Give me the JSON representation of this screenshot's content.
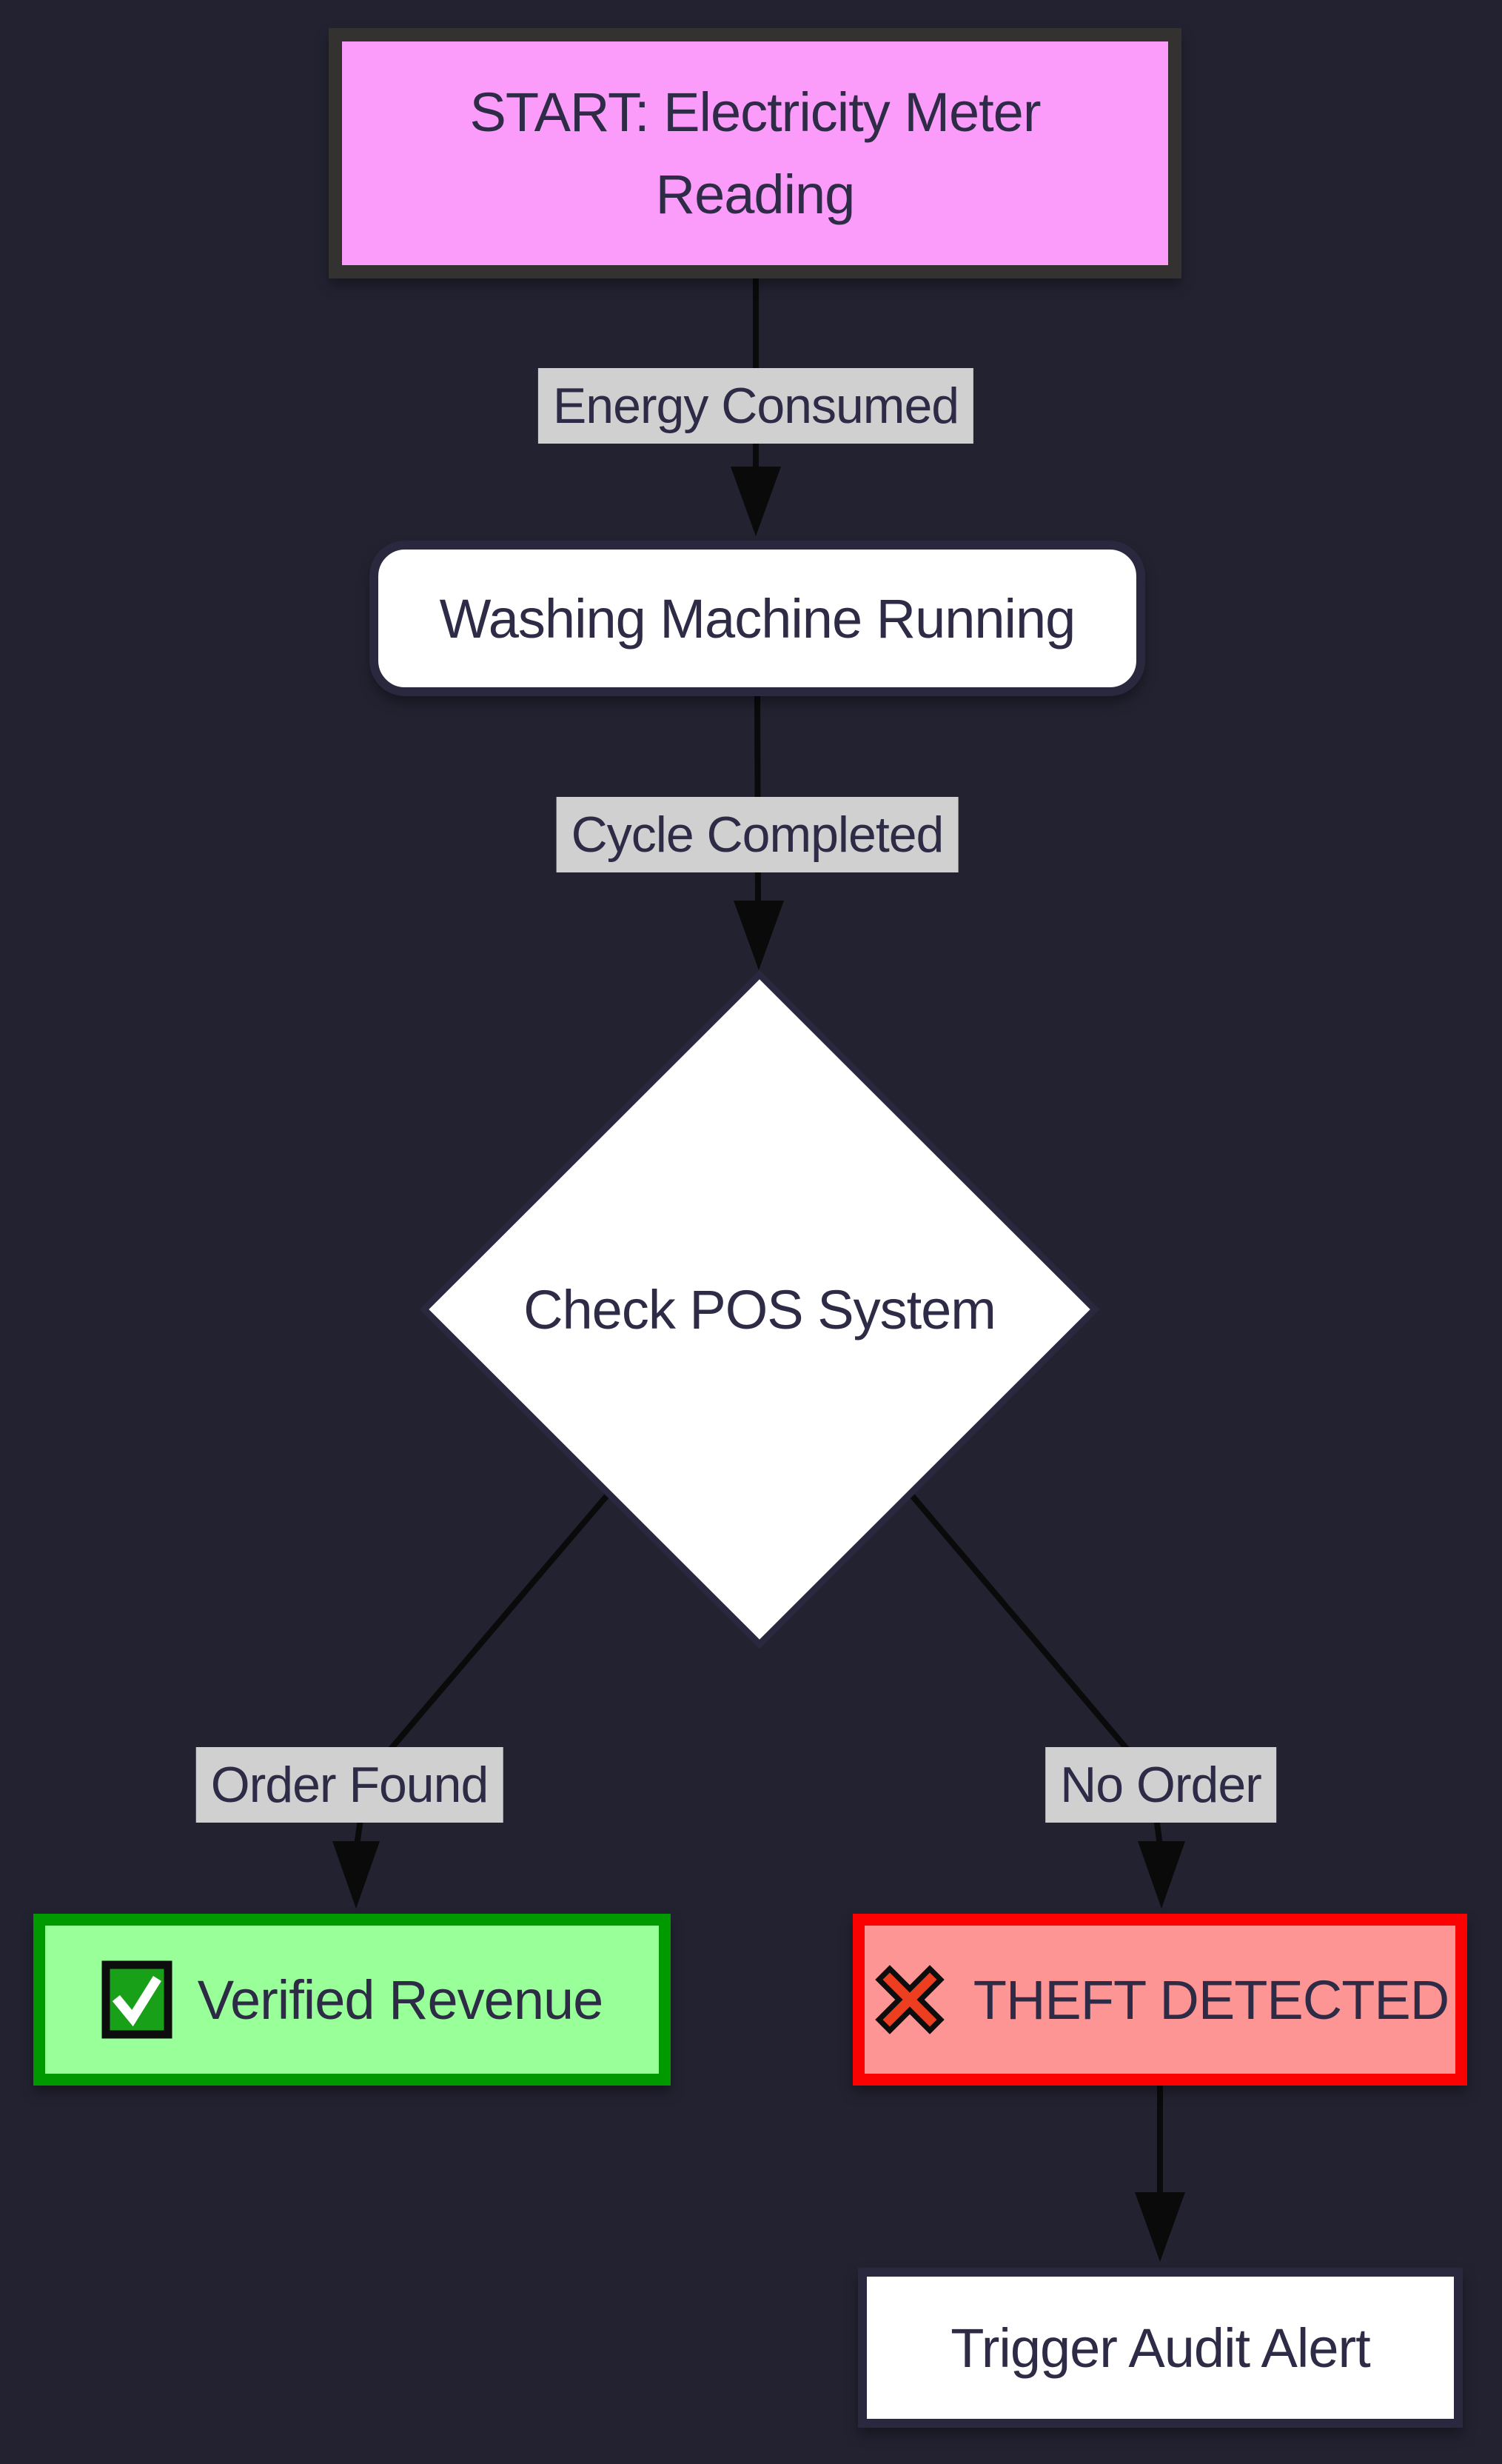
{
  "diagram": {
    "title": "Electricity theft detection flowchart",
    "background_color": "#232231",
    "edge_color": "#0a0a0a",
    "edge_label_background": "#d0d0d0",
    "text_color": "#2d2b45",
    "nodes": {
      "start": {
        "label": "START: Electricity Meter\nReading",
        "shape": "rectangle",
        "fill": "#fb9cfa",
        "border": "#333231"
      },
      "washing": {
        "label": "Washing Machine Running",
        "shape": "rounded-rectangle",
        "fill": "#ffffff",
        "border": "#29283e"
      },
      "check_pos": {
        "label": "Check POS System",
        "shape": "diamond",
        "fill": "#ffffff",
        "border": "#29283e"
      },
      "verified": {
        "label": "Verified Revenue",
        "icon": "check-mark-icon",
        "shape": "rectangle",
        "fill": "#99ff99",
        "border": "#009900"
      },
      "theft": {
        "label": "THEFT DETECTED",
        "icon": "cross-mark-icon",
        "shape": "rectangle",
        "fill": "#fe9595",
        "border": "#fb0202"
      },
      "trigger": {
        "label": "Trigger Audit Alert",
        "shape": "rectangle",
        "fill": "#ffffff",
        "border": "#29283e"
      }
    },
    "edges": [
      {
        "from": "start",
        "to": "washing",
        "label": "Energy Consumed"
      },
      {
        "from": "washing",
        "to": "check_pos",
        "label": "Cycle Completed"
      },
      {
        "from": "check_pos",
        "to": "verified",
        "label": "Order Found"
      },
      {
        "from": "check_pos",
        "to": "theft",
        "label": "No Order"
      },
      {
        "from": "theft",
        "to": "trigger",
        "label": ""
      }
    ],
    "edge_labels": {
      "energy": "Energy Consumed",
      "cycle": "Cycle Completed",
      "order_found": "Order Found",
      "no_order": "No Order"
    },
    "icon_colors": {
      "check_box_green": "#18a018",
      "check_mark_white": "#ffffff",
      "cross_orange_red": "#ee3e20",
      "icon_outline_black": "#0d0d0d"
    }
  }
}
